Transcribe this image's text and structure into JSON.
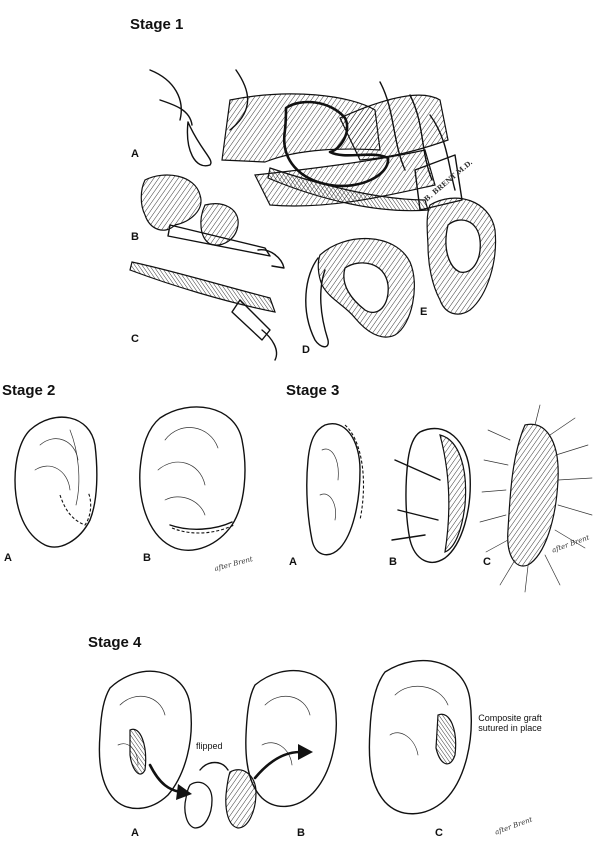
{
  "stages": {
    "stage1": {
      "heading": "Stage 1",
      "labels": {
        "a": "A",
        "b": "B",
        "c": "C",
        "d": "D",
        "e": "E"
      },
      "artist_signature": "B. BRENT M.D."
    },
    "stage2": {
      "heading": "Stage 2",
      "labels": {
        "a": "A",
        "b": "B"
      },
      "artist_signature": "after Brent"
    },
    "stage3": {
      "heading": "Stage 3",
      "labels": {
        "a": "A",
        "b": "B",
        "c": "C"
      },
      "artist_signature": "after Brent"
    },
    "stage4": {
      "heading": "Stage 4",
      "labels": {
        "a": "A",
        "b": "B",
        "c": "C"
      },
      "flipped_caption": "flipped",
      "graft_caption_line1": "Composite graft",
      "graft_caption_line2": "sutured in place",
      "artist_signature": "after Brent"
    }
  }
}
